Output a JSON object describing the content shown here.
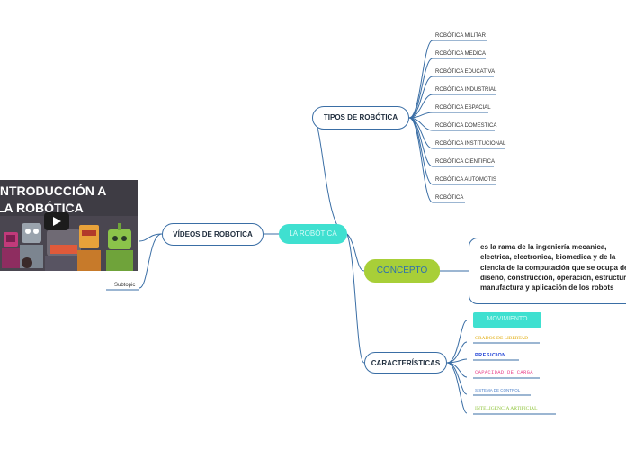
{
  "central": "LA ROBÓTICA",
  "tipos": {
    "label": "TIPOS DE ROBÓTICA",
    "items": [
      "ROBÓTICA MILITAR",
      "ROBÓTICA MEDICA",
      "ROBÓTICA EDUCATIVA",
      "ROBÓTICA INDUSTRIAL",
      "ROBÓTICA ESPACIAL",
      "ROBÓTICA DOMESTICA",
      "ROBÓTICA INSTITUCIONAL",
      "ROBÓTICA CIENTIFICA",
      "ROBÓTICA AUTOMOTIS",
      "ROBÓTICA"
    ]
  },
  "concepto": {
    "label": "CONCEPTO",
    "description": "es la rama de la ingeniería mecanica, electrica, electronica, biomedica y de la ciencia de la computación que se ocupa del diseño, construcción, operación, estructura, manufactura y aplicación de los robots"
  },
  "caracteristicas": {
    "label": "CARACTERÍSTICAS",
    "items": [
      {
        "text": "MOVIMIENTO",
        "color": "#cffaf5"
      },
      {
        "text": "GRADOS DE LIBERTAD",
        "color": "#e0a800"
      },
      {
        "text": "PRESICION",
        "color": "#1c3fd6"
      },
      {
        "text": "CAPACIDAD DE CARGA",
        "color": "#e8418a"
      },
      {
        "text": "SISTEMA DE CONTROL",
        "color": "#4a7fc8"
      },
      {
        "text": "INTELIGENCIA ARTIFICIAL",
        "color": "#8fc43a"
      }
    ]
  },
  "videos": {
    "label": "VÍDEOS DE ROBOTICA",
    "thumbnail_title": "INTRODUCCIÓN A LA ROBÓTICA",
    "subtopic": "Subtopic"
  },
  "colors": {
    "branch": "#3a6ea5",
    "central": "#3fe0d0",
    "concept": "#a8cf38"
  }
}
